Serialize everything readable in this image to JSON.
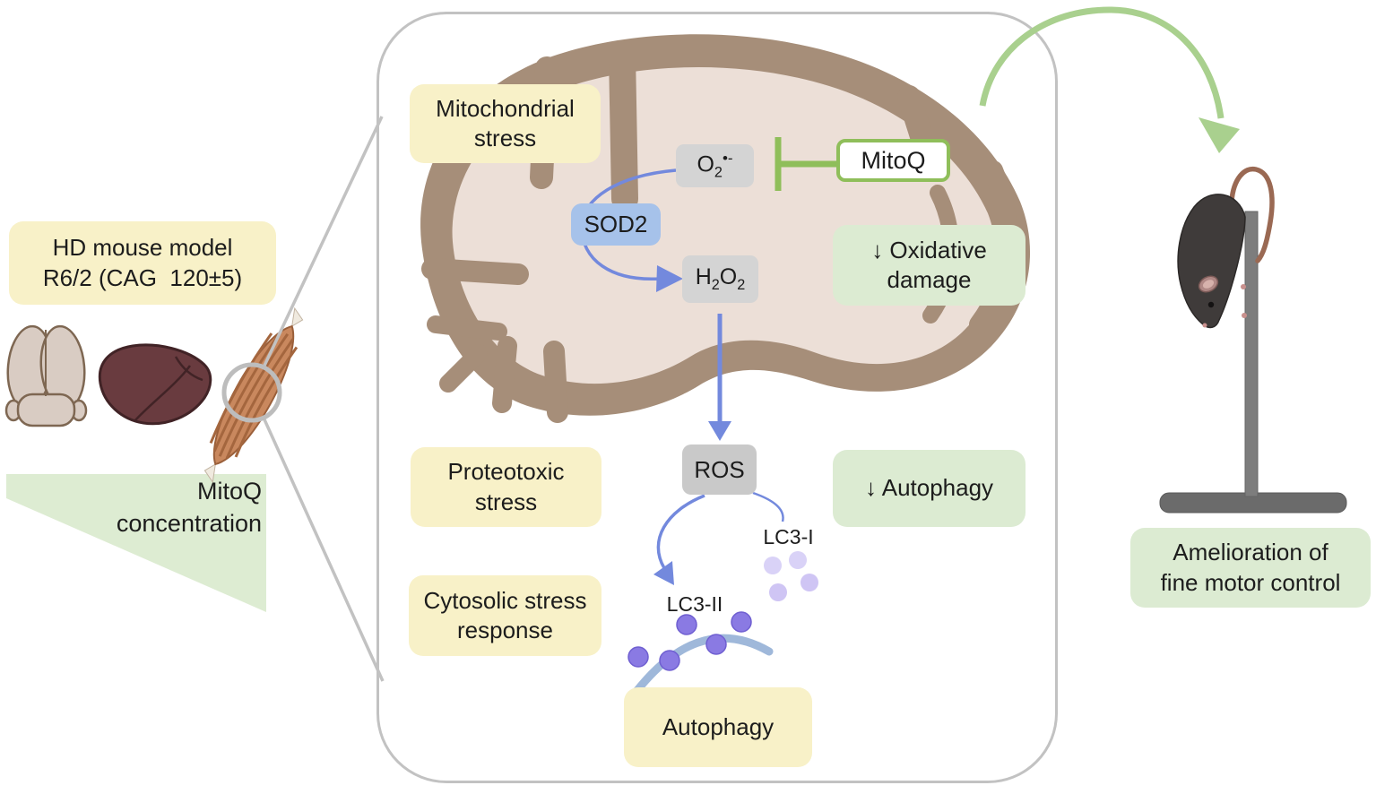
{
  "colors": {
    "yellow_box": "#f8f1c8",
    "green_box": "#dcebd2",
    "green_wedge": "#ddecd2",
    "gray_box": "#d4d4d4",
    "ros_gray": "#c9c9c9",
    "blue_box": "#a6c2ea",
    "green_accent": "#8fbe5a",
    "green_arrow": "#a9d08e",
    "blue_arrow": "#7389dd",
    "membrane_arc_blue": "#9fb8da",
    "purple_dot_dark": "#8a7ae3",
    "purple_dot_light": "#cfc5f4",
    "mito_outer_brown": "#a68e79",
    "mito_matrix": "#ecdfd7",
    "frame_gray": "#c2c2c2"
  },
  "left_panel": {
    "model_label": "HD mouse model\nR6/2 (CAG  120±5)",
    "organ_icons": [
      "brain-icon",
      "liver-icon",
      "muscle-icon",
      "magnifier-circle-icon"
    ],
    "gradient_label": "MitoQ\nconcentration"
  },
  "magnified_cell": {
    "mitochondrial_stress": "Mitochondrial\nstress",
    "superoxide": {
      "base": "O",
      "sub": "2",
      "sup": "•-"
    },
    "mitoq": "MitoQ",
    "sod2": "SOD2",
    "h2o2": {
      "p1": "H",
      "s1": "2",
      "p2": "O",
      "s2": "2"
    },
    "oxidative_damage": "↓ Oxidative\ndamage",
    "ros": "ROS",
    "proteotoxic_stress": "Proteotoxic\nstress",
    "autophagy_down": "↓ Autophagy",
    "cytosolic_stress": "Cytosolic stress\nresponse",
    "lc3_i": "LC3-I",
    "lc3_ii": "LC3-II",
    "autophagy": "Autophagy"
  },
  "right_panel": {
    "outcome_label": "Amelioration of\nfine motor control"
  }
}
